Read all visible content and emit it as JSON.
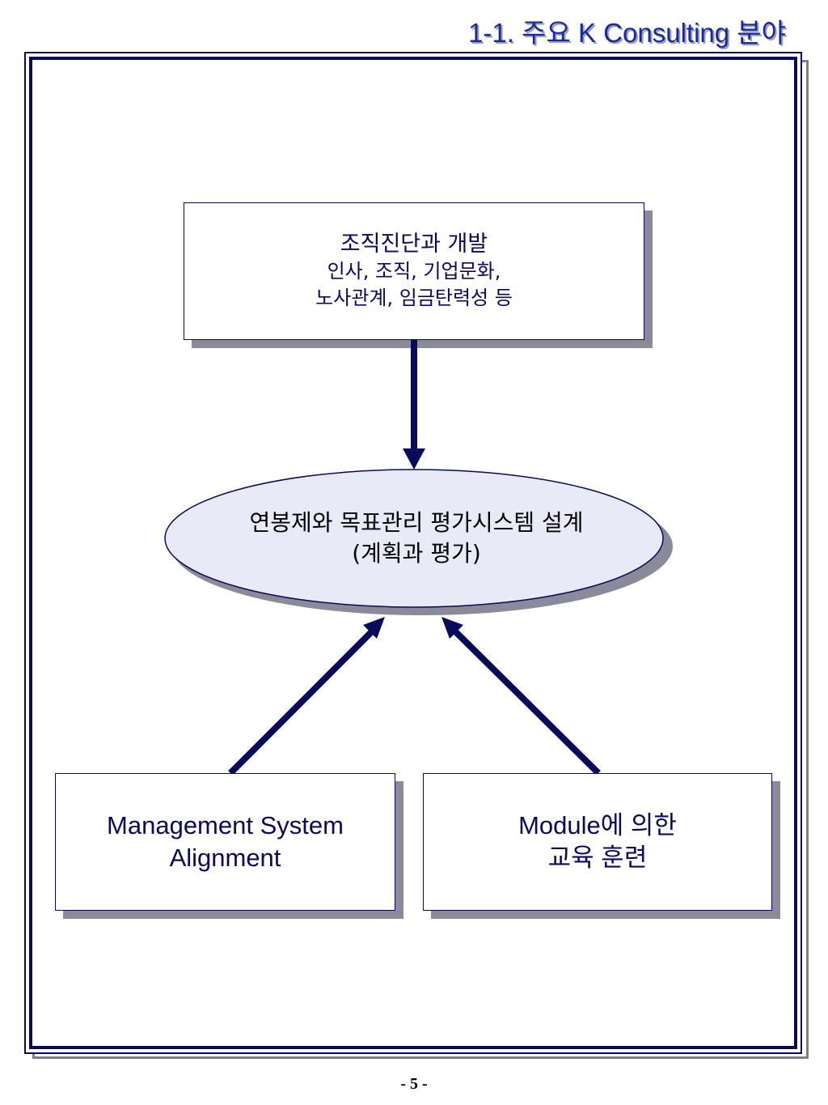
{
  "header": {
    "title": "1-1. 주요 K Consulting 분야"
  },
  "diagram": {
    "top_box": {
      "title": "조직진단과 개발",
      "line1": "인사, 조직, 기업문화,",
      "line2": "노사관계, 임금탄력성 등"
    },
    "center_ellipse": {
      "line1": "연봉제와 목표관리 평가시스템 설계",
      "line2": "(계획과 평가)"
    },
    "bottom_left_box": {
      "line1": "Management System",
      "line2": "Alignment"
    },
    "bottom_right_box": {
      "line1": "Module에 의한",
      "line2": "교육 훈련"
    }
  },
  "footer": {
    "page_number": "- 5 -"
  },
  "colors": {
    "navy": "#0a0a5a",
    "title_blue": "#1a2a9a",
    "shadow_gray": "#8a8a9a",
    "ellipse_fill": "#e8eaf8"
  }
}
